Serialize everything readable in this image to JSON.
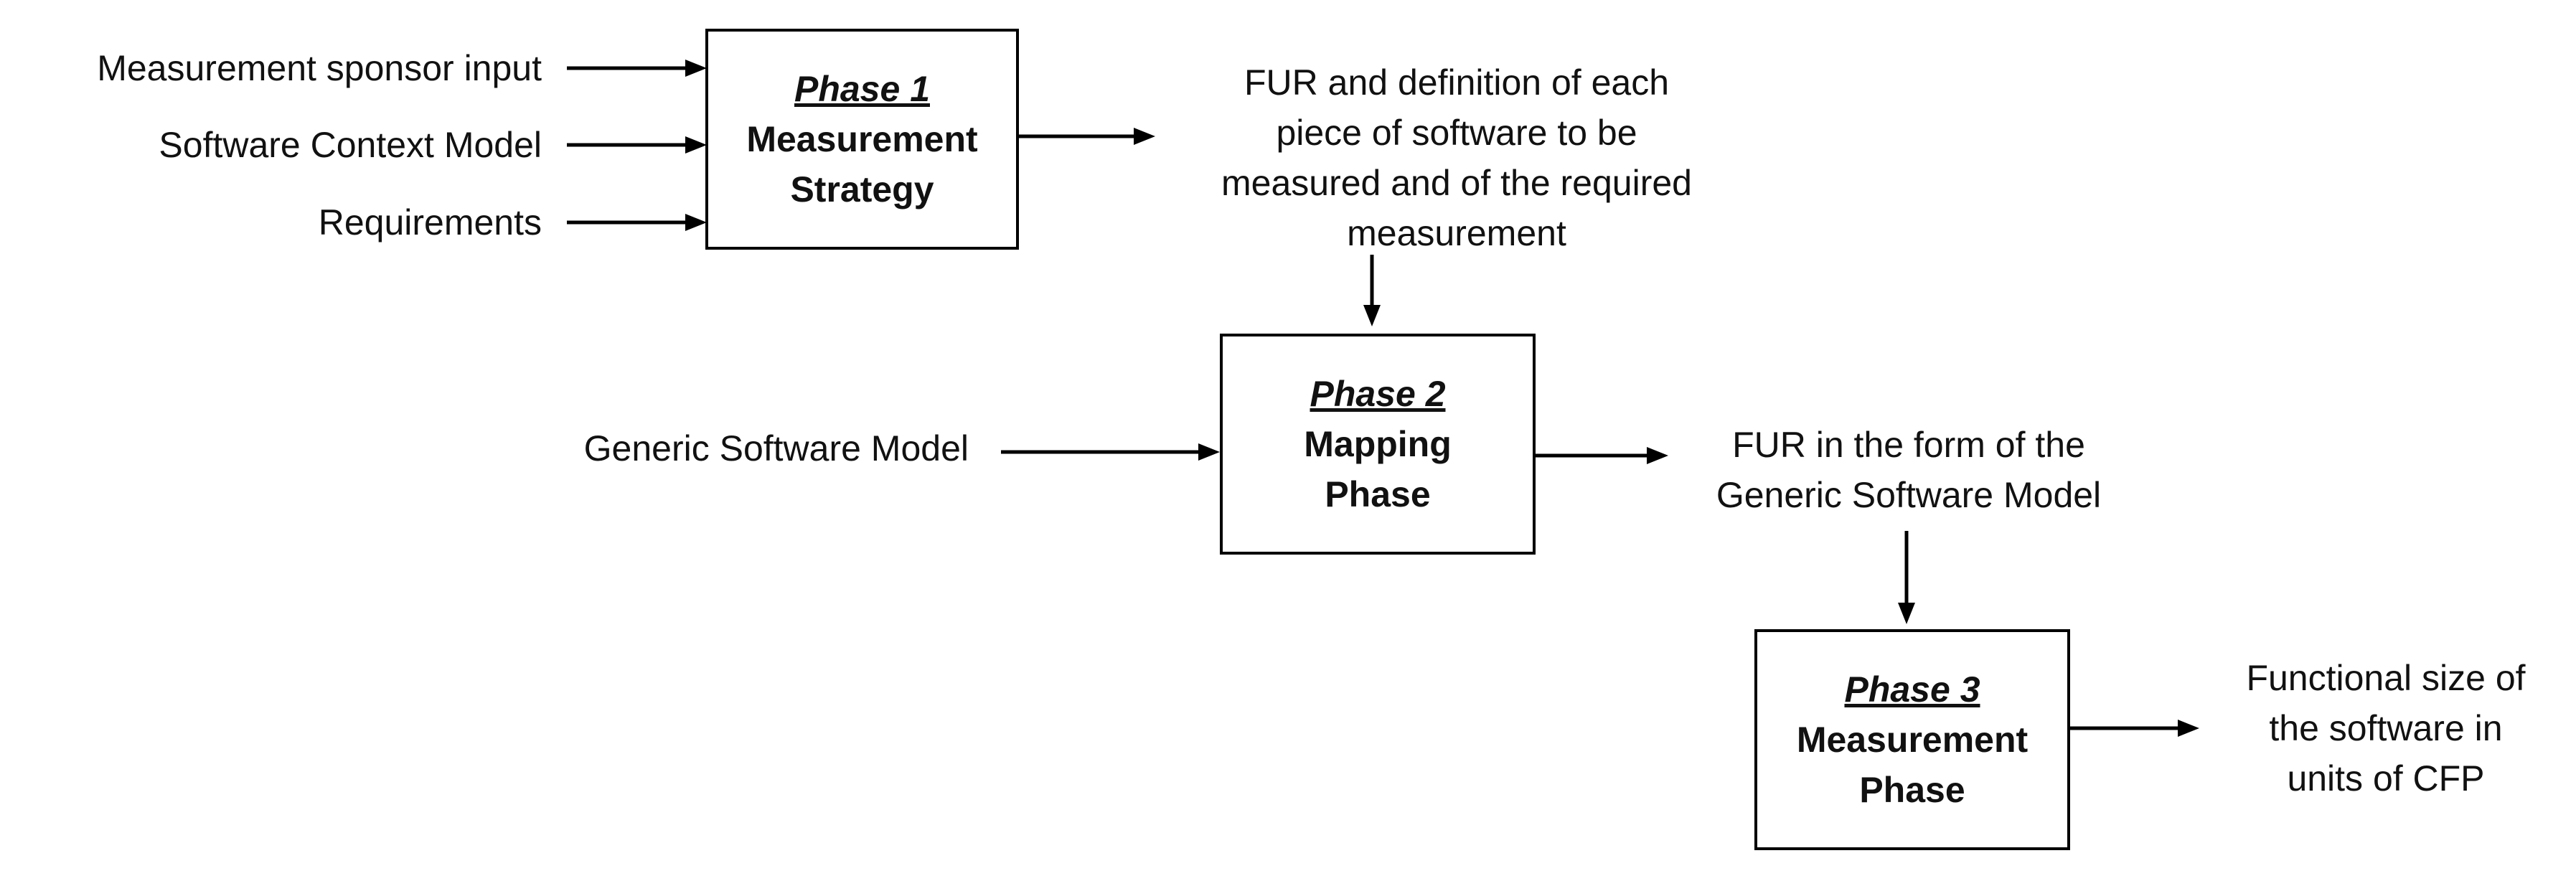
{
  "inputs": {
    "sponsor": "Measurement sponsor input",
    "context_model": "Software Context Model",
    "requirements": "Requirements",
    "generic_model": "Generic Software Model"
  },
  "phases": [
    {
      "phase_label": "Phase 1",
      "name_line1": "Measurement",
      "name_line2": "Strategy"
    },
    {
      "phase_label": "Phase 2",
      "name_line1": "Mapping",
      "name_line2": "Phase"
    },
    {
      "phase_label": "Phase 3",
      "name_line1": "Measurement",
      "name_line2": "Phase"
    }
  ],
  "outputs": {
    "phase1_line1": "FUR and definition of each",
    "phase1_line2": "piece of software to be",
    "phase1_line3": "measured and of the required",
    "phase1_line4": "measurement",
    "phase2_line1": "FUR in the form of the",
    "phase2_line2": "Generic Software Model",
    "phase3_line1": "Functional size of",
    "phase3_line2": "the software in",
    "phase3_line3": "units of CFP"
  },
  "colors": {
    "stroke": "#000000",
    "background": "#ffffff"
  }
}
